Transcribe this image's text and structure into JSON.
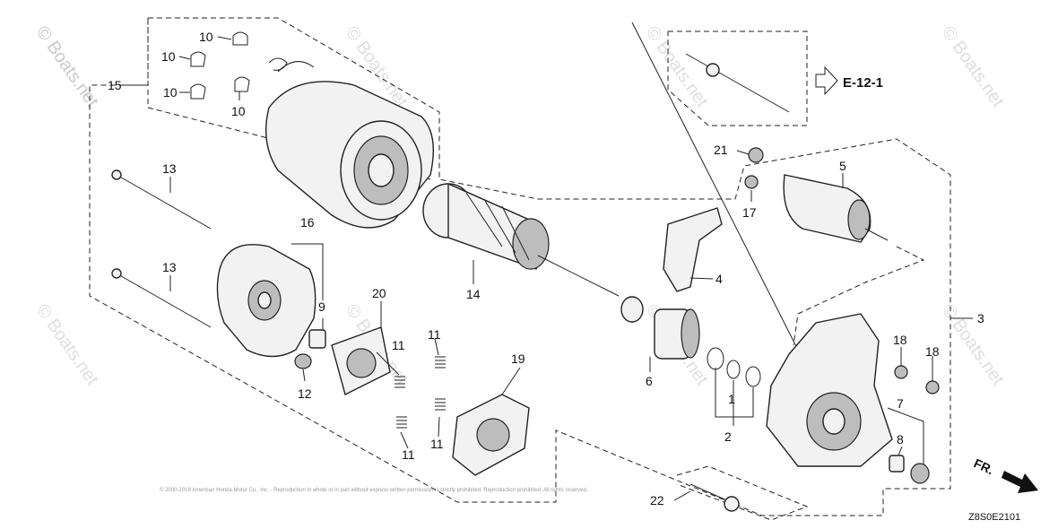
{
  "watermark": "© Boats.net",
  "diagram_code": "Z8S0E2101",
  "reference": {
    "label": "E-12-1"
  },
  "direction_label": "FR.",
  "copyright": "© 2000-2019 American Honda Motor Co., Inc. - Reproduction in whole or in part without express written permission is strictly prohibited. Reproduction prohibited. All rights reserved.",
  "callouts": {
    "c1": "1",
    "c2": "2",
    "c3": "3",
    "c4": "4",
    "c5": "5",
    "c6": "6",
    "c7": "7",
    "c8": "8",
    "c9": "9",
    "c10a": "10",
    "c10b": "10",
    "c10c": "10",
    "c10d": "10",
    "c11a": "11",
    "c11b": "11",
    "c11c": "11",
    "c11d": "11",
    "c12": "12",
    "c13a": "13",
    "c13b": "13",
    "c14": "14",
    "c15": "15",
    "c16": "16",
    "c17": "17",
    "c18a": "18",
    "c18b": "18",
    "c19": "19",
    "c20": "20",
    "c21": "21",
    "c22": "22"
  }
}
